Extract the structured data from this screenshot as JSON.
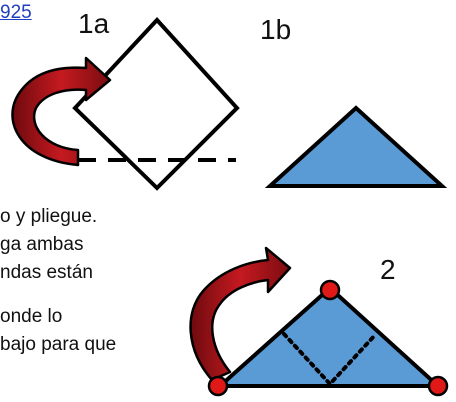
{
  "link": {
    "text": "925"
  },
  "step_labels": {
    "s1a": "1a",
    "s1b": "1b",
    "s2": "2"
  },
  "instructions": {
    "line1": "o y pliegue.",
    "line2": "ga ambas",
    "line3": "ndas están",
    "line4": "onde lo",
    "line5": "bajo para que"
  },
  "colors": {
    "fill_blue": "#5b9bd5",
    "arrow_red": "#b01218",
    "dot_red": "#e01818"
  },
  "icons": [
    "fold-arrow-icon",
    "fold-arrow-icon",
    "corner-dot-icon"
  ]
}
